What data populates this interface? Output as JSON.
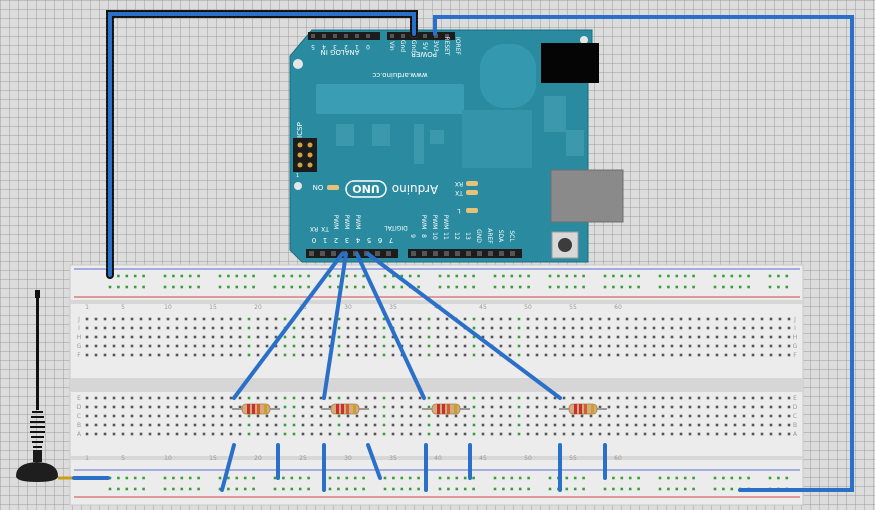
{
  "board": {
    "brand": "Arduino",
    "model": "UNO",
    "website": "www.arduino.cc",
    "on_label": "ON",
    "icsp_label": "ICSP",
    "rx_label": "RX",
    "tx_label": "TX",
    "led_l_label": "L",
    "analog_label": "ANALOG IN",
    "power_label": "POWER",
    "digital_label": "DIGITAL",
    "analog_pins": [
      "5",
      "4",
      "3",
      "2",
      "1",
      "0"
    ],
    "power_pins": [
      "Vin",
      "Gnd",
      "Gnd",
      "5V",
      "3V3",
      "RESET",
      "IOREF"
    ],
    "digital_pins_left": [
      "7",
      "6",
      "5",
      "4",
      "3",
      "2",
      "1",
      "0"
    ],
    "digital_pins_right": [
      "9",
      "8",
      "10",
      "11",
      "12",
      "13",
      "GND",
      "AREF",
      "SDA",
      "SCL"
    ],
    "pwm_label": "PWM",
    "rx_pin_label": "RX",
    "tx_pin_label": "TX",
    "icsp_one": "1"
  },
  "breadboard": {
    "row_letters_top": [
      "J",
      "I",
      "H",
      "G",
      "F"
    ],
    "row_letters_bottom": [
      "E",
      "D",
      "C",
      "B",
      "A"
    ],
    "column_numbers": [
      "1",
      "5",
      "10",
      "15",
      "20",
      "25",
      "30",
      "35",
      "40",
      "45",
      "50",
      "55",
      "60"
    ]
  },
  "colors": {
    "arduino": "#2a8ba0",
    "wire": "#2a70c8",
    "breadboard": "#ececec",
    "hole": "#555555",
    "hole_connected": "#3c9c3c",
    "rail_red": "#d04848",
    "rail_blue": "#4860c8",
    "resistor_body": "#d4ab7a"
  }
}
